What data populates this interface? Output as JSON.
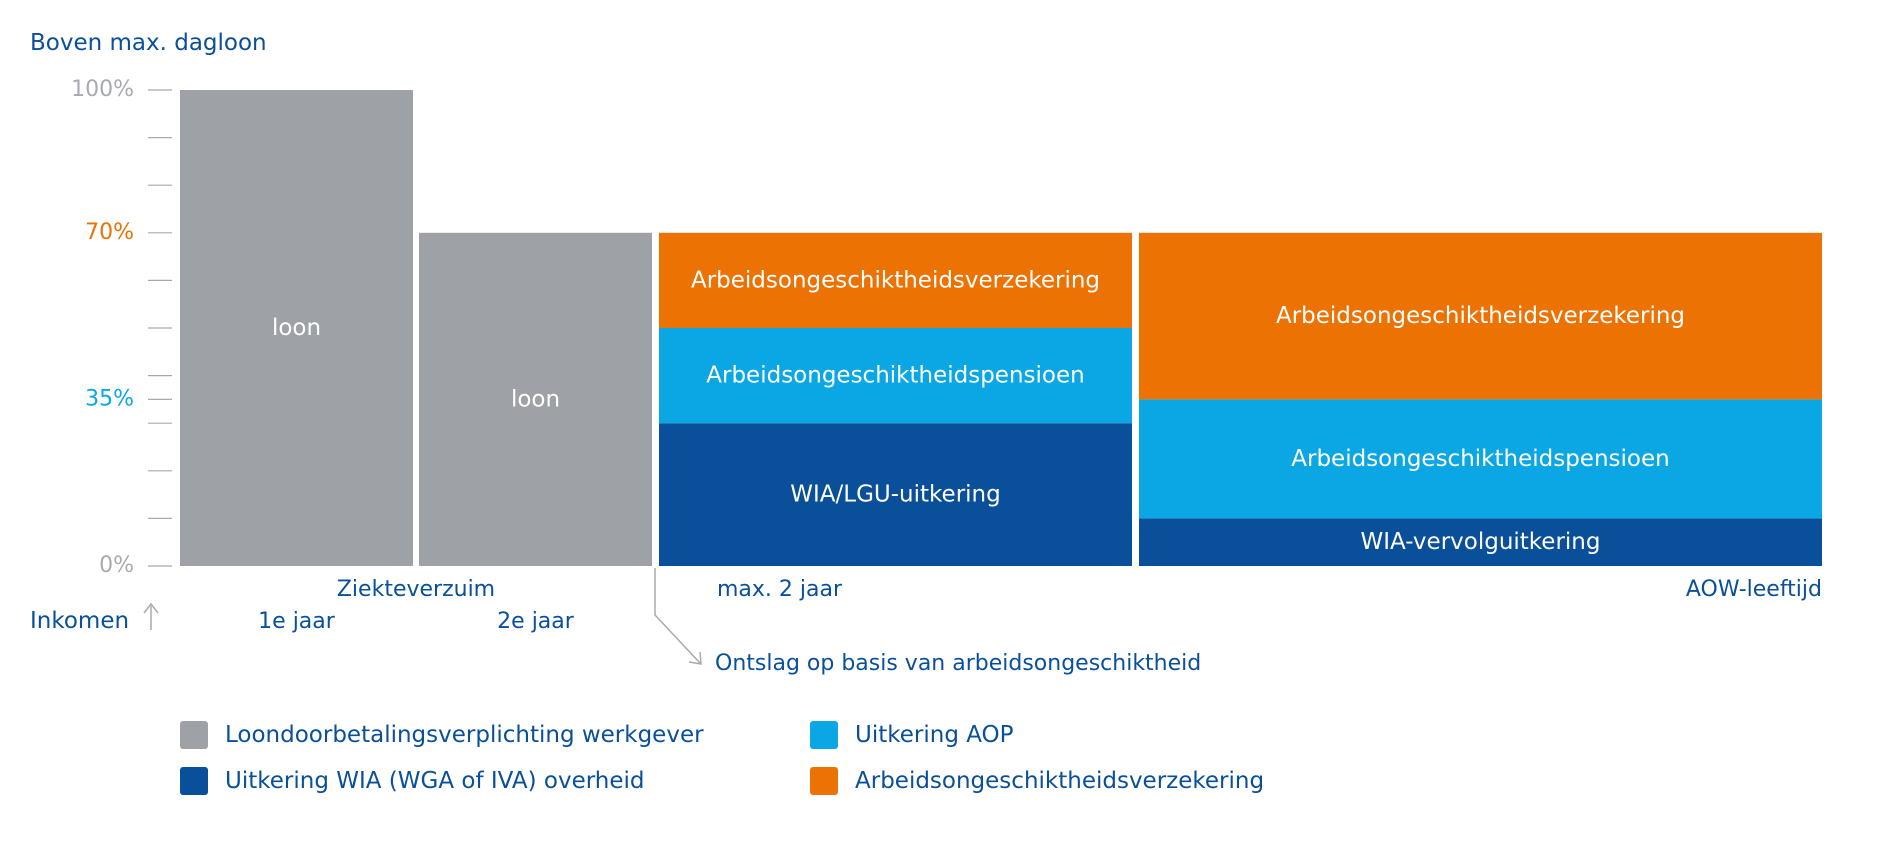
{
  "colors": {
    "grey": "#9ea2a6",
    "dark_blue": "#0a4f9a",
    "light_blue": "#0aa7e4",
    "orange": "#ec7203",
    "text_blue": "#0a4f9a",
    "axis_grey": "#a7abaf",
    "tick_70": "#ec7203",
    "tick_35": "#0aa7e4",
    "bar_text": "#ffffff"
  },
  "chart_data": {
    "type": "bar",
    "title": "Boven max. dagloon",
    "ylabel": "Inkomen",
    "ylim": [
      0,
      100
    ],
    "grid": false,
    "yticks": [
      {
        "value": 0,
        "label": "0%",
        "color": "axis_grey"
      },
      {
        "value": 35,
        "label": "35%",
        "color": "tick_35"
      },
      {
        "value": 70,
        "label": "70%",
        "color": "tick_70"
      },
      {
        "value": 100,
        "label": "100%",
        "color": "axis_grey"
      }
    ],
    "minor_ticks": [
      10,
      20,
      30,
      40,
      50,
      60,
      80,
      90
    ],
    "categories": [
      "1e jaar",
      "2e jaar",
      "max. 2 jaar",
      "AOW-leeftijd"
    ],
    "period_label": "Ziekteverzuim",
    "period_label_under": [
      0,
      1
    ],
    "annotation": "Ontslag op basis van arbeidsongeschiktheid",
    "columns": [
      {
        "category": "1e jaar",
        "segments": [
          {
            "series": "Loondoorbetalingsverplichting werkgever",
            "color": "grey",
            "from": 0,
            "to": 100,
            "label": "loon"
          }
        ]
      },
      {
        "category": "2e jaar",
        "segments": [
          {
            "series": "Loondoorbetalingsverplichting werkgever",
            "color": "grey",
            "from": 0,
            "to": 70,
            "label": "loon"
          }
        ]
      },
      {
        "category": "max. 2 jaar",
        "segments": [
          {
            "series": "Uitkering WIA (WGA of IVA) overheid",
            "color": "dark_blue",
            "from": 0,
            "to": 30,
            "label": "WIA/LGU-uitkering"
          },
          {
            "series": "Uitkering AOP",
            "color": "light_blue",
            "from": 30,
            "to": 50,
            "label": "Arbeidsongeschiktheidspensioen"
          },
          {
            "series": "Arbeidsongeschiktheidsverzekering",
            "color": "orange",
            "from": 50,
            "to": 70,
            "label": "Arbeidsongeschiktheidsverzekering"
          }
        ]
      },
      {
        "category": "AOW-leeftijd",
        "segments": [
          {
            "series": "Uitkering WIA (WGA of IVA) overheid",
            "color": "dark_blue",
            "from": 0,
            "to": 10,
            "label": "WIA-vervolguitkering"
          },
          {
            "series": "Uitkering AOP",
            "color": "light_blue",
            "from": 10,
            "to": 35,
            "label": "Arbeidsongeschiktheidspensioen"
          },
          {
            "series": "Arbeidsongeschiktheidsverzekering",
            "color": "orange",
            "from": 35,
            "to": 70,
            "label": "Arbeidsongeschiktheidsverzekering"
          }
        ]
      }
    ],
    "legend": [
      {
        "label": "Loondoorbetalingsverplichting werkgever",
        "color": "grey"
      },
      {
        "label": "Uitkering AOP",
        "color": "light_blue"
      },
      {
        "label": "Uitkering WIA (WGA of IVA) overheid",
        "color": "dark_blue"
      },
      {
        "label": "Arbeidsongeschiktheidsverzekering",
        "color": "orange"
      }
    ]
  }
}
